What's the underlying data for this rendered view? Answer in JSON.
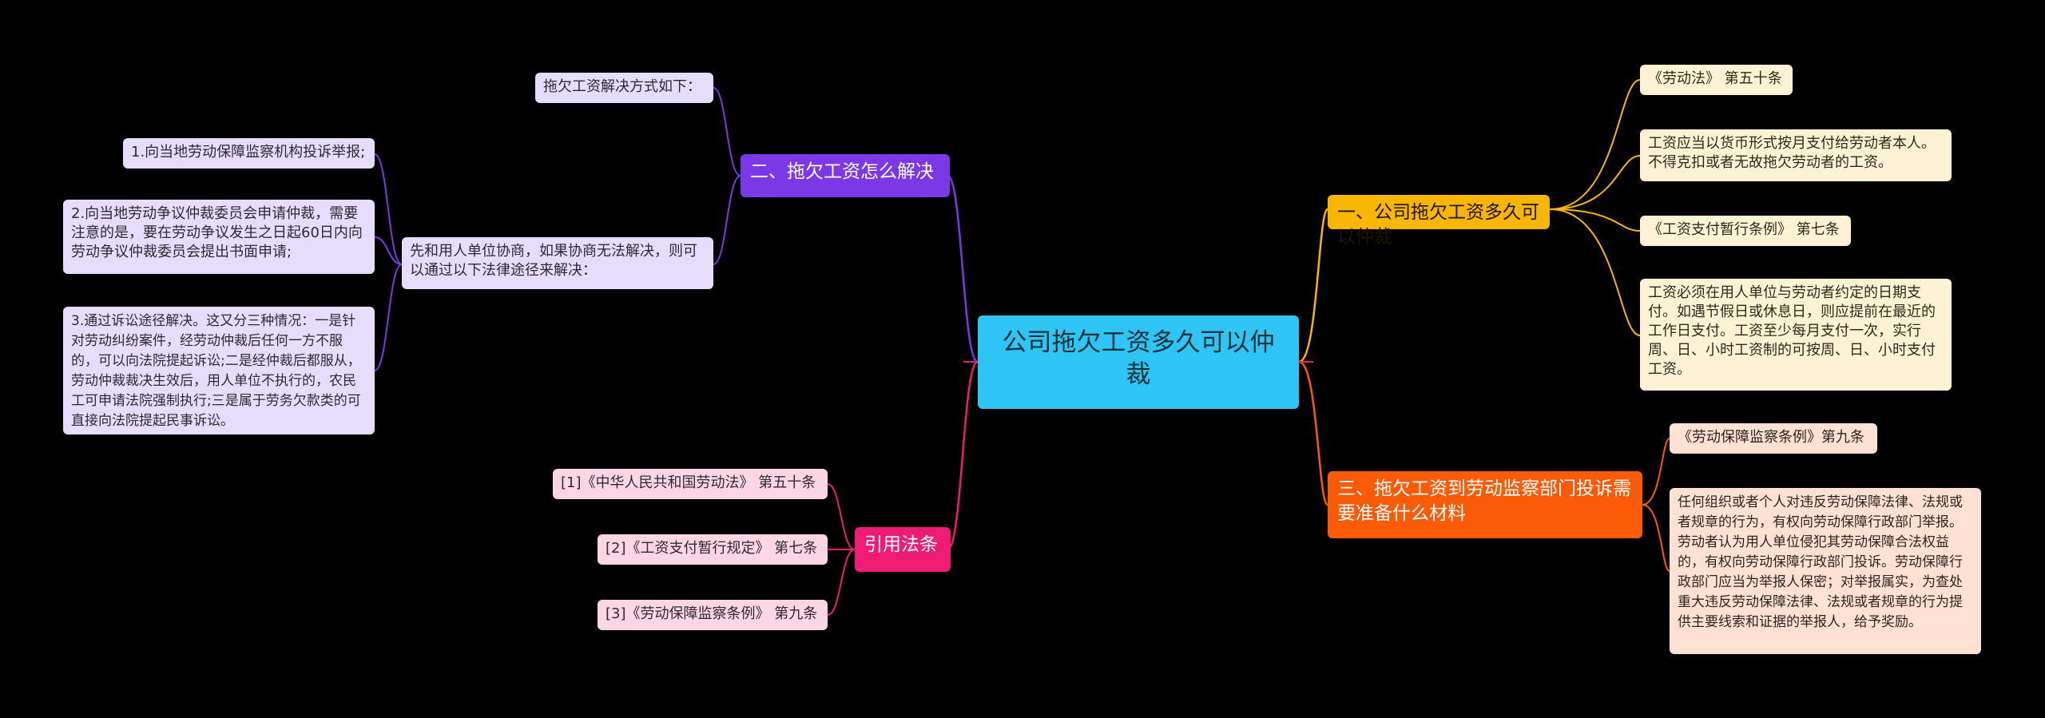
{
  "colors": {
    "background": "#000000",
    "root": "#2ec5f4",
    "branch_purple": "#7b38e6",
    "branch_pink": "#ee1c72",
    "branch_yellow": "#f8b600",
    "branch_orange": "#fb5a06"
  },
  "root": {
    "label": "公司拖欠工资多久可以仲裁"
  },
  "branches": {
    "b1": {
      "label": "一、公司拖欠工资多久可以仲裁",
      "items": [
        "《劳动法》 第五十条",
        "工资应当以货币形式按月支付给劳动者本人。不得克扣或者无故拖欠劳动者的工资。",
        "《工资支付暂行条例》 第七条",
        "工资必须在用人单位与劳动者约定的日期支付。如遇节假日或休息日，则应提前在最近的工作日支付。工资至少每月支付一次，实行周、日、小时工资制的可按周、日、小时支付工资。"
      ]
    },
    "b2": {
      "label": "二、拖欠工资怎么解决",
      "items": [
        "拖欠工资解决方式如下：",
        "先和用人单位协商，如果协商无法解决，则可以通过以下法律途径来解决："
      ],
      "sub_items": [
        "1.向当地劳动保障监察机构投诉举报;",
        "2.向当地劳动争议仲裁委员会申请仲裁，需要注意的是，要在劳动争议发生之日起60日内向劳动争议仲裁委员会提出书面申请;",
        "3.通过诉讼途径解决。这又分三种情况：一是针对劳动纠纷案件，经劳动仲裁后任何一方不服的，可以向法院提起诉讼;二是经仲裁后都服从，劳动仲裁裁决生效后，用人单位不执行的，农民工可申请法院强制执行;三是属于劳务欠款类的可直接向法院提起民事诉讼。"
      ]
    },
    "b3": {
      "label": "三、拖欠工资到劳动监察部门投诉需要准备什么材料",
      "items": [
        "《劳动保障监察条例》第九条",
        "任何组织或者个人对违反劳动保障法律、法规或者规章的行为，有权向劳动保障行政部门举报。劳动者认为用人单位侵犯其劳动保障合法权益的，有权向劳动保障行政部门投诉。劳动保障行政部门应当为举报人保密；对举报属实，为查处重大违反劳动保障法律、法规或者规章的行为提供主要线索和证据的举报人，给予奖励。"
      ]
    },
    "b4": {
      "label": "引用法条",
      "items": [
        "[1]《中华人民共和国劳动法》 第五十条",
        "[2]《工资支付暂行规定》 第七条",
        "[3]《劳动保障监察条例》 第九条"
      ]
    }
  }
}
